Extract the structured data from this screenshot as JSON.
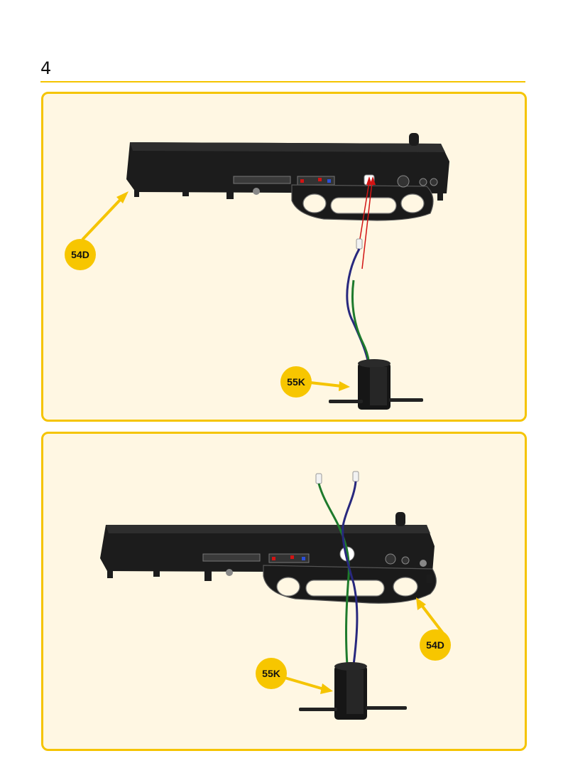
{
  "page": {
    "step_number": "4",
    "accent": "#f5c400",
    "panel_bg": "#fff7e3"
  },
  "panel1": {
    "board_label": "54D",
    "servo_label": "55K"
  },
  "panel2": {
    "board_label": "54D",
    "servo_label": "55K"
  },
  "wires": {
    "blue": "#28287e",
    "green": "#1e7a2c",
    "red": "#d21414"
  },
  "icons": [
    "arrow-icon",
    "connector-icon",
    "servo-icon",
    "chassis-board-icon"
  ]
}
